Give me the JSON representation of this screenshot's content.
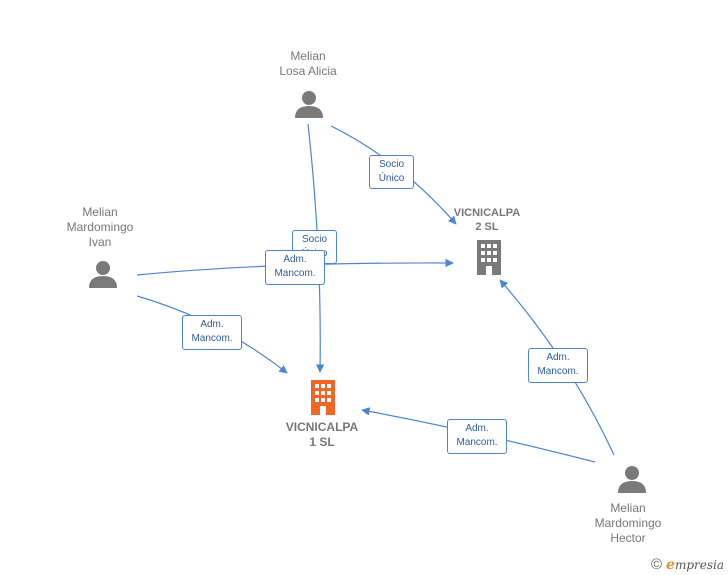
{
  "colors": {
    "edge": "#4a86d4",
    "person_icon": "#7a7a7a",
    "company_icon": "#7a7a7a",
    "main_company_icon": "#f26522"
  },
  "persons": {
    "alicia": {
      "line1": "Melian",
      "line2": "Losa Alicia",
      "icon": "person-icon"
    },
    "ivan": {
      "line1": "Melian",
      "line2": "Mardomingo",
      "line3": "Ivan",
      "icon": "person-icon"
    },
    "hector": {
      "line1": "Melian",
      "line2": "Mardomingo",
      "line3": "Hector",
      "icon": "person-icon"
    }
  },
  "companies": {
    "vic1": {
      "line1": "VICNICALPA",
      "line2": "1  SL",
      "icon": "building-icon"
    },
    "vic2": {
      "line1": "VICNICALPA",
      "line2": "2  SL",
      "icon": "building-icon"
    }
  },
  "relations": {
    "alicia_vic2": {
      "line1": "Socio",
      "line2": "Único"
    },
    "alicia_vic1": {
      "line1": "Socio",
      "line2": "Único"
    },
    "ivan_vic2": {
      "line1": "Adm.",
      "line2": "Mancom."
    },
    "ivan_vic1": {
      "line1": "Adm.",
      "line2": "Mancom."
    },
    "hector_vic2": {
      "line1": "Adm.",
      "line2": "Mancom."
    },
    "hector_vic1": {
      "line1": "Adm.",
      "line2": "Mancom."
    }
  },
  "footer": {
    "copyright": "©",
    "brand_initial": "e",
    "brand_rest": "mpresia"
  }
}
